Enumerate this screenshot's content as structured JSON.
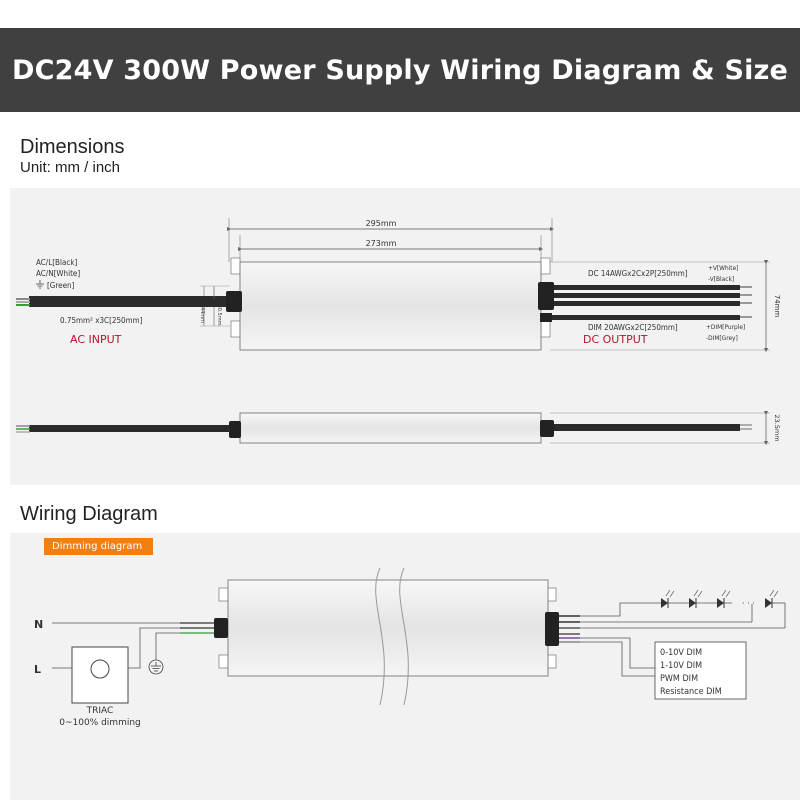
{
  "header": {
    "title": "DC24V 300W Power Supply Wiring Diagram & Size"
  },
  "dimensions": {
    "heading": "Dimensions",
    "unit": "Unit: mm / inch",
    "length_overall": "295mm",
    "length_body": "273mm",
    "height_label": "74mm",
    "mount_label_1": "44mm",
    "mount_label_2": "30.5mm",
    "thickness_label": "23.5mm",
    "input_wires": {
      "line": "AC/L[Black]",
      "neutral": "AC/N[White]",
      "ground": "[Green]",
      "cable": "0.75mm² x3C[250mm]"
    },
    "ac_input_label": "AC INPUT",
    "dc_output_label": "DC OUTPUT",
    "dc_cable": "DC  14AWGx2Cx2P[250mm]",
    "v_plus": "+V[White]",
    "v_minus": "-V[Black]",
    "dim_cable": "DIM  20AWGx2C[250mm]",
    "dim_plus": "+DIM[Purple]",
    "dim_minus": "-DIM[Grey]"
  },
  "wiring": {
    "heading": "Wiring Diagram",
    "badge": "Dimming diagram",
    "n_label": "N",
    "l_label": "L",
    "triac_label": "TRIAC",
    "triac_range": "0~100% dimming",
    "dim_options": [
      "0-10V DIM",
      "1-10V DIM",
      "PWM DIM",
      "Resistance DIM"
    ]
  },
  "colors": {
    "banner_bg": "#404040",
    "accent_red": "#b2182b",
    "badge_orange": "#f07f14"
  }
}
